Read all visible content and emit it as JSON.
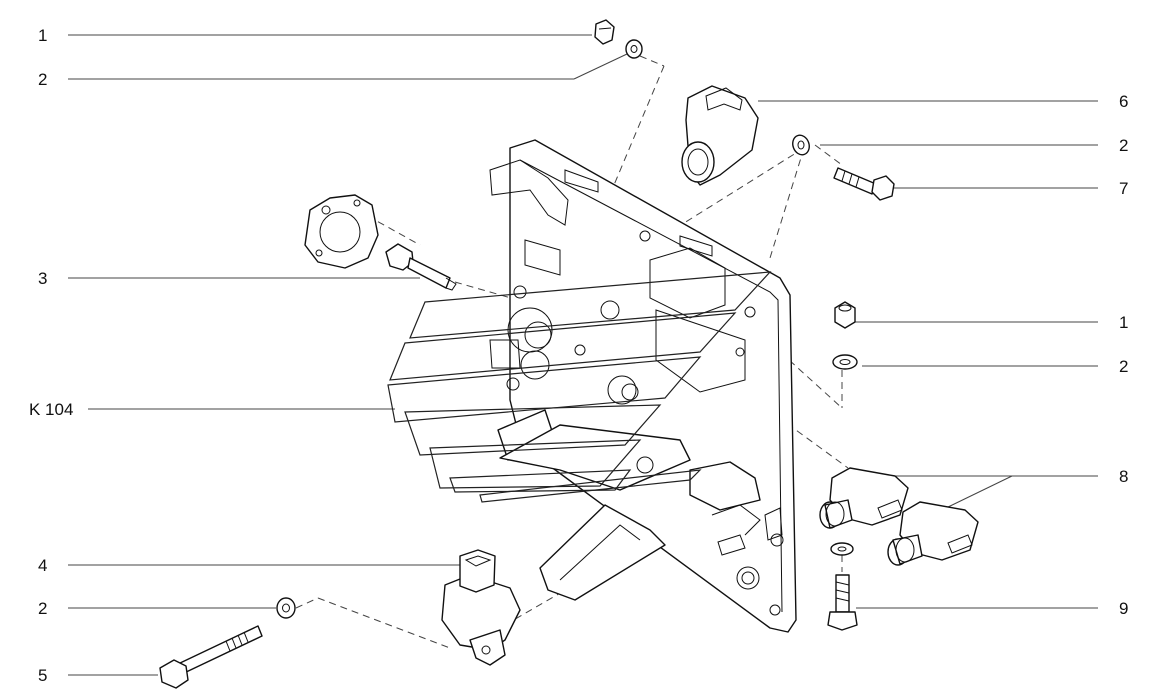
{
  "callouts": [
    {
      "id": "c1a",
      "text": "1"
    },
    {
      "id": "c2a",
      "text": "2"
    },
    {
      "id": "c3",
      "text": "3"
    },
    {
      "id": "ck",
      "text": "K 104"
    },
    {
      "id": "c4",
      "text": "4"
    },
    {
      "id": "c2b",
      "text": "2"
    },
    {
      "id": "c5",
      "text": "5"
    },
    {
      "id": "c6",
      "text": "6"
    },
    {
      "id": "c2c",
      "text": "2"
    },
    {
      "id": "c7",
      "text": "7"
    },
    {
      "id": "c1b",
      "text": "1"
    },
    {
      "id": "c2d",
      "text": "2"
    },
    {
      "id": "c8",
      "text": "8"
    },
    {
      "id": "c9",
      "text": "9"
    }
  ],
  "colors": {
    "line": "#111111",
    "background": "#ffffff"
  }
}
